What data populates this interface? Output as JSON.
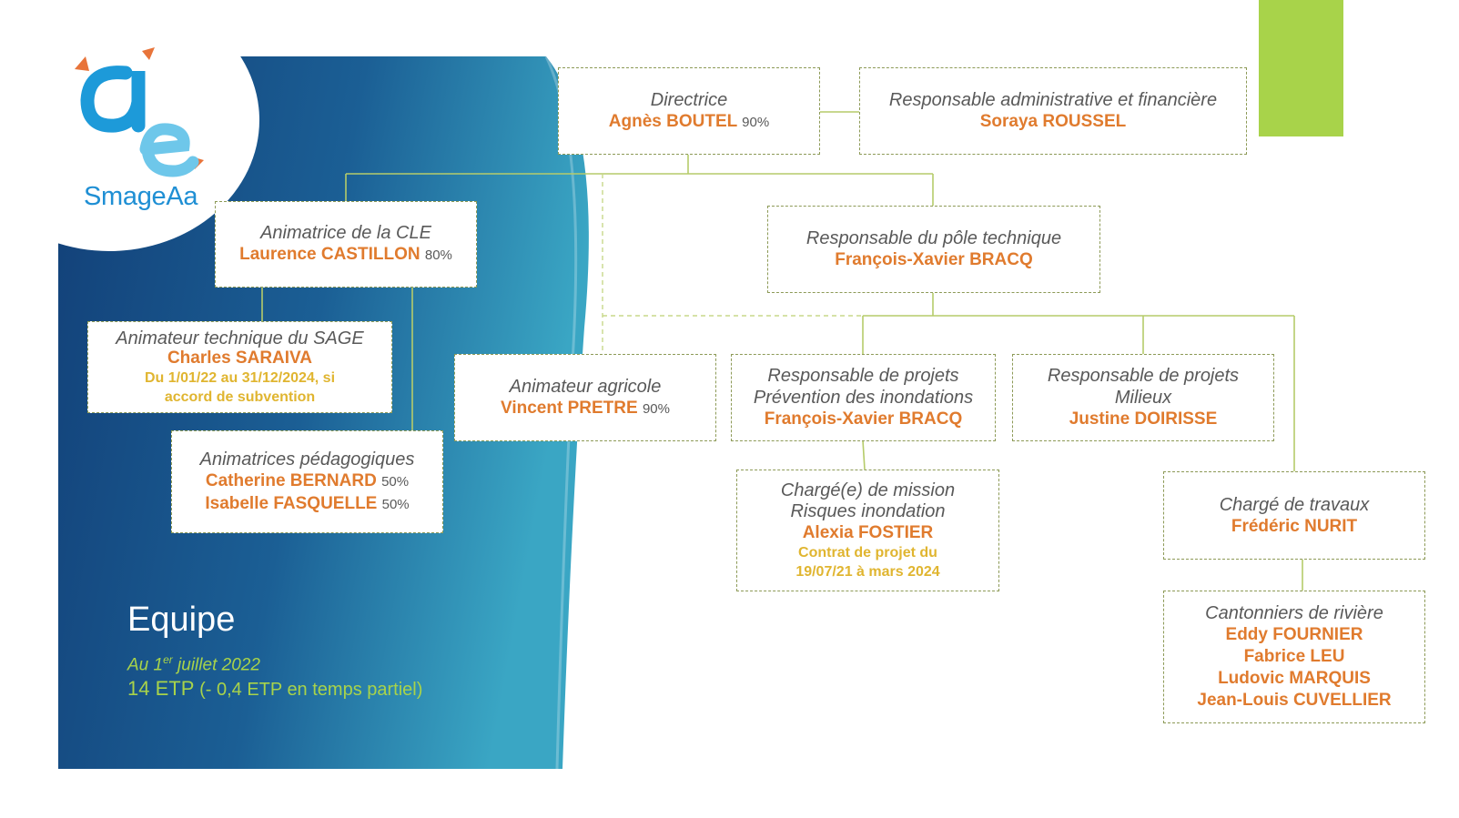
{
  "logo": {
    "name": "SmageAa"
  },
  "colors": {
    "accent_green": "#a8d34a",
    "orange": "#e07b2e",
    "yellow": "#e0b530",
    "blue_dark": "#123f77",
    "blue_light": "#36a3c4"
  },
  "team": {
    "title": "Equipe",
    "date_prefix": "Au 1",
    "date_sup": "er",
    "date_suffix": " juillet 2022",
    "etp": "14 ETP",
    "etp_note": "(- 0,4 ETP en temps partiel)"
  },
  "boxes": {
    "directrice": {
      "role": "Directrice",
      "name": "Agnès BOUTEL",
      "pct": "90%"
    },
    "raf": {
      "role": "Responsable administrative et financière",
      "name": "Soraya ROUSSEL"
    },
    "cle": {
      "role": "Animatrice de la CLE",
      "name": "Laurence CASTILLON",
      "pct": "80%"
    },
    "pole": {
      "role": "Responsable du pôle technique",
      "name": "François-Xavier BRACQ"
    },
    "sage": {
      "role": "Animateur technique du SAGE",
      "name": "Charles SARAIVA",
      "note1": "Du 1/01/22 au 31/12/2024, si",
      "note2": "accord de subvention"
    },
    "agricole": {
      "role": "Animateur agricole",
      "name": "Vincent PRETRE",
      "pct": "90%"
    },
    "inondations": {
      "role1": "Responsable de projets",
      "role2": "Prévention des inondations",
      "name": "François-Xavier BRACQ"
    },
    "milieux": {
      "role1": "Responsable de projets",
      "role2": "Milieux",
      "name": "Justine DOIRISSE"
    },
    "peda": {
      "role": "Animatrices pédagogiques",
      "name1": "Catherine BERNARD",
      "pct1": "50%",
      "name2": "Isabelle FASQUELLE",
      "pct2": "50%"
    },
    "mission": {
      "role1": "Chargé(e) de mission",
      "role2": "Risques inondation",
      "name": "Alexia FOSTIER",
      "note1": "Contrat de projet du",
      "note2": "19/07/21 à mars 2024"
    },
    "travaux": {
      "role": "Chargé de travaux",
      "name": "Frédéric NURIT"
    },
    "cantonniers": {
      "role": "Cantonniers de rivière",
      "names": [
        "Eddy FOURNIER",
        "Fabrice LEU",
        "Ludovic MARQUIS",
        "Jean-Louis CUVELLIER"
      ]
    }
  }
}
